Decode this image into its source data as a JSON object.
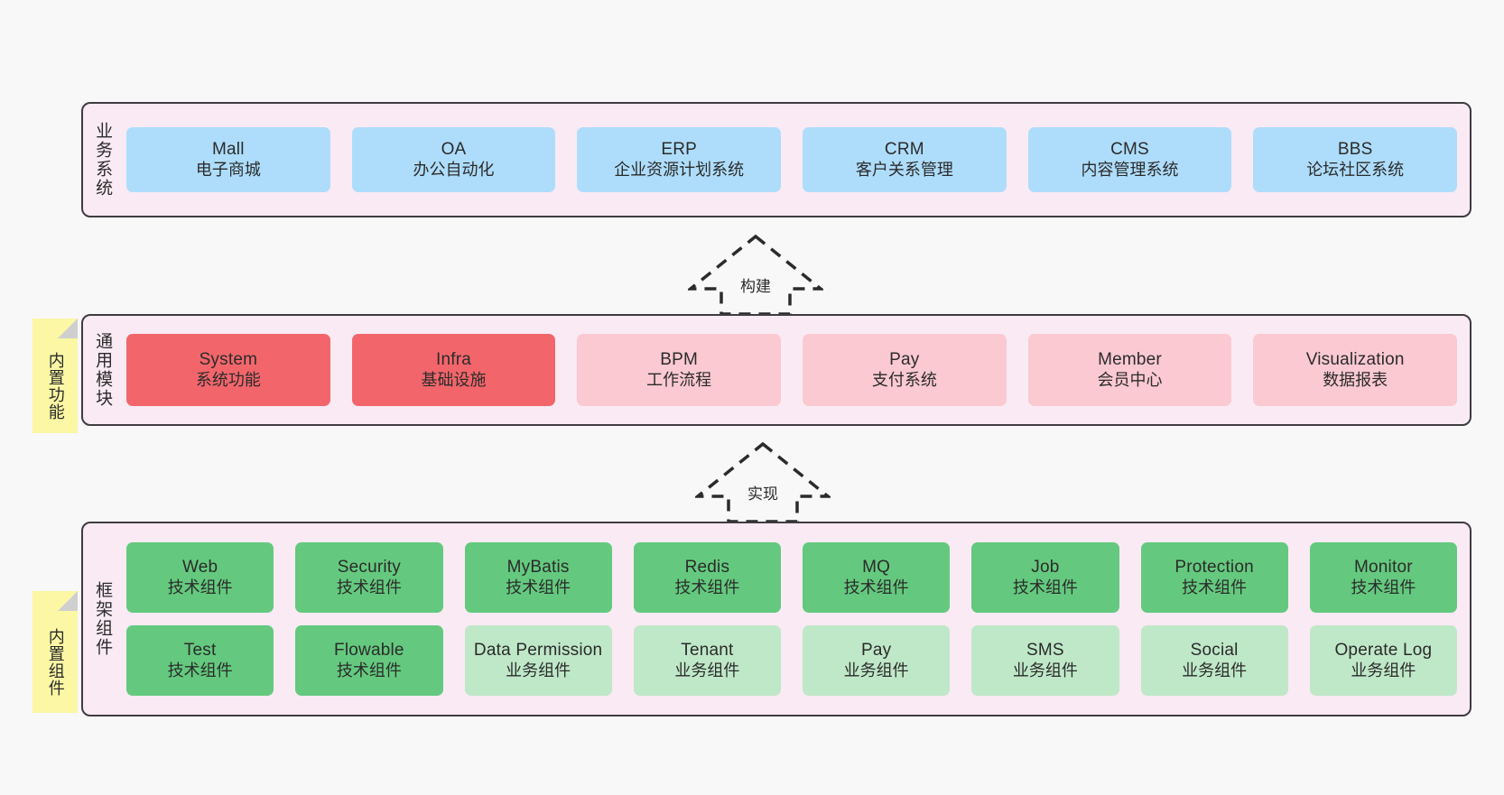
{
  "diagram": {
    "background_color": "#f8f8f8",
    "layer_fill": "#faeaf4",
    "layer_border": "#403c41",
    "note_fill": "#fbf7a4"
  },
  "layers": [
    {
      "id": "business",
      "title": "业务系统",
      "rows": [
        {
          "cells": [
            {
              "en": "Mall",
              "cn": "电子商城",
              "color": "#aeddfb",
              "style": "c-blue"
            },
            {
              "en": "OA",
              "cn": "办公自动化",
              "color": "#aeddfb",
              "style": "c-blue"
            },
            {
              "en": "ERP",
              "cn": "企业资源计划系统",
              "color": "#aeddfb",
              "style": "c-blue"
            },
            {
              "en": "CRM",
              "cn": "客户关系管理",
              "color": "#aeddfb",
              "style": "c-blue"
            },
            {
              "en": "CMS",
              "cn": "内容管理系统",
              "color": "#aeddfb",
              "style": "c-blue"
            },
            {
              "en": "BBS",
              "cn": "论坛社区系统",
              "color": "#aeddfb",
              "style": "c-blue"
            }
          ]
        }
      ]
    },
    {
      "id": "common",
      "title": "通用模块",
      "rows": [
        {
          "cells": [
            {
              "en": "System",
              "cn": "系统功能",
              "color": "#f2666b",
              "style": "c-red"
            },
            {
              "en": "Infra",
              "cn": "基础设施",
              "color": "#f2666b",
              "style": "c-red"
            },
            {
              "en": "BPM",
              "cn": "工作流程",
              "color": "#fbc9d2",
              "style": "c-pink"
            },
            {
              "en": "Pay",
              "cn": "支付系统",
              "color": "#fbc9d2",
              "style": "c-pink"
            },
            {
              "en": "Member",
              "cn": "会员中心",
              "color": "#fbc9d2",
              "style": "c-pink"
            },
            {
              "en": "Visualization",
              "cn": "数据报表",
              "color": "#fbc9d2",
              "style": "c-pink"
            }
          ]
        }
      ]
    },
    {
      "id": "framework",
      "title": "框架组件",
      "rows": [
        {
          "cells": [
            {
              "en": "Web",
              "cn": "技术组件",
              "color": "#64c97e",
              "style": "c-green"
            },
            {
              "en": "Security",
              "cn": "技术组件",
              "color": "#64c97e",
              "style": "c-green"
            },
            {
              "en": "MyBatis",
              "cn": "技术组件",
              "color": "#64c97e",
              "style": "c-green"
            },
            {
              "en": "Redis",
              "cn": "技术组件",
              "color": "#64c97e",
              "style": "c-green"
            },
            {
              "en": "MQ",
              "cn": "技术组件",
              "color": "#64c97e",
              "style": "c-green"
            },
            {
              "en": "Job",
              "cn": "技术组件",
              "color": "#64c97e",
              "style": "c-green"
            },
            {
              "en": "Protection",
              "cn": "技术组件",
              "color": "#64c97e",
              "style": "c-green"
            },
            {
              "en": "Monitor",
              "cn": "技术组件",
              "color": "#64c97e",
              "style": "c-green"
            }
          ]
        },
        {
          "cells": [
            {
              "en": "Test",
              "cn": "技术组件",
              "color": "#64c97e",
              "style": "c-green"
            },
            {
              "en": "Flowable",
              "cn": "技术组件",
              "color": "#64c97e",
              "style": "c-green"
            },
            {
              "en": "Data Permission",
              "cn": "业务组件",
              "color": "#bfe8c8",
              "style": "c-lightgreen"
            },
            {
              "en": "Tenant",
              "cn": "业务组件",
              "color": "#bfe8c8",
              "style": "c-lightgreen"
            },
            {
              "en": "Pay",
              "cn": "业务组件",
              "color": "#bfe8c8",
              "style": "c-lightgreen"
            },
            {
              "en": "SMS",
              "cn": "业务组件",
              "color": "#bfe8c8",
              "style": "c-lightgreen"
            },
            {
              "en": "Social",
              "cn": "业务组件",
              "color": "#bfe8c8",
              "style": "c-lightgreen"
            },
            {
              "en": "Operate Log",
              "cn": "业务组件",
              "color": "#bfe8c8",
              "style": "c-lightgreen"
            }
          ]
        }
      ]
    }
  ],
  "notes": [
    {
      "id": "functions",
      "label": "内置功能"
    },
    {
      "id": "components",
      "label": "内置组件"
    }
  ],
  "arrows": [
    {
      "id": "build",
      "label": "构建",
      "direction": "up",
      "style": "dashed-hollow"
    },
    {
      "id": "realize",
      "label": "实现",
      "direction": "up",
      "style": "dashed-hollow"
    }
  ]
}
